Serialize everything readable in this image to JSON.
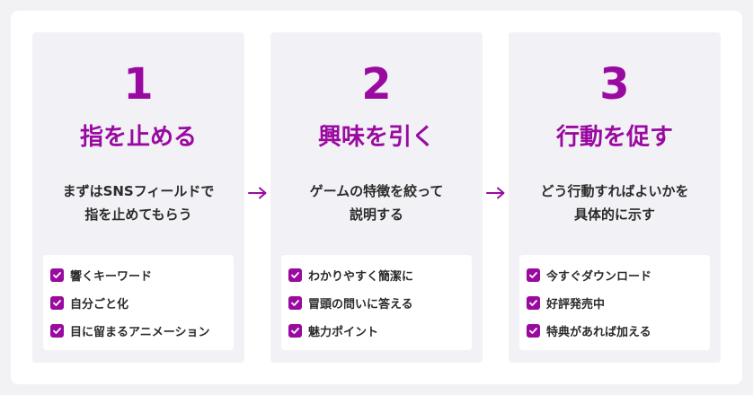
{
  "colors": {
    "accent": "#9a0aa0",
    "text": "#2b2b2b",
    "card": "#f2f2f6"
  },
  "steps": [
    {
      "number": "1",
      "title": "指を止める",
      "desc": [
        "まずはSNSフィールドで",
        "指を止めてもらう"
      ],
      "items": [
        "響くキーワード",
        "自分ごと化",
        "目に留まるアニメーション"
      ]
    },
    {
      "number": "2",
      "title": "興味を引く",
      "desc": [
        "ゲームの特徴を絞って",
        "説明する"
      ],
      "items": [
        "わかりやすく簡潔に",
        "冒頭の問いに答える",
        "魅力ポイント"
      ]
    },
    {
      "number": "3",
      "title": "行動を促す",
      "desc": [
        "どう行動すればよいかを",
        "具体的に示す"
      ],
      "items": [
        "今すぐダウンロード",
        "好評発売中",
        "特典があれば加える"
      ]
    }
  ],
  "icons": {
    "check": "check-icon",
    "arrow": "arrow-right-icon"
  }
}
